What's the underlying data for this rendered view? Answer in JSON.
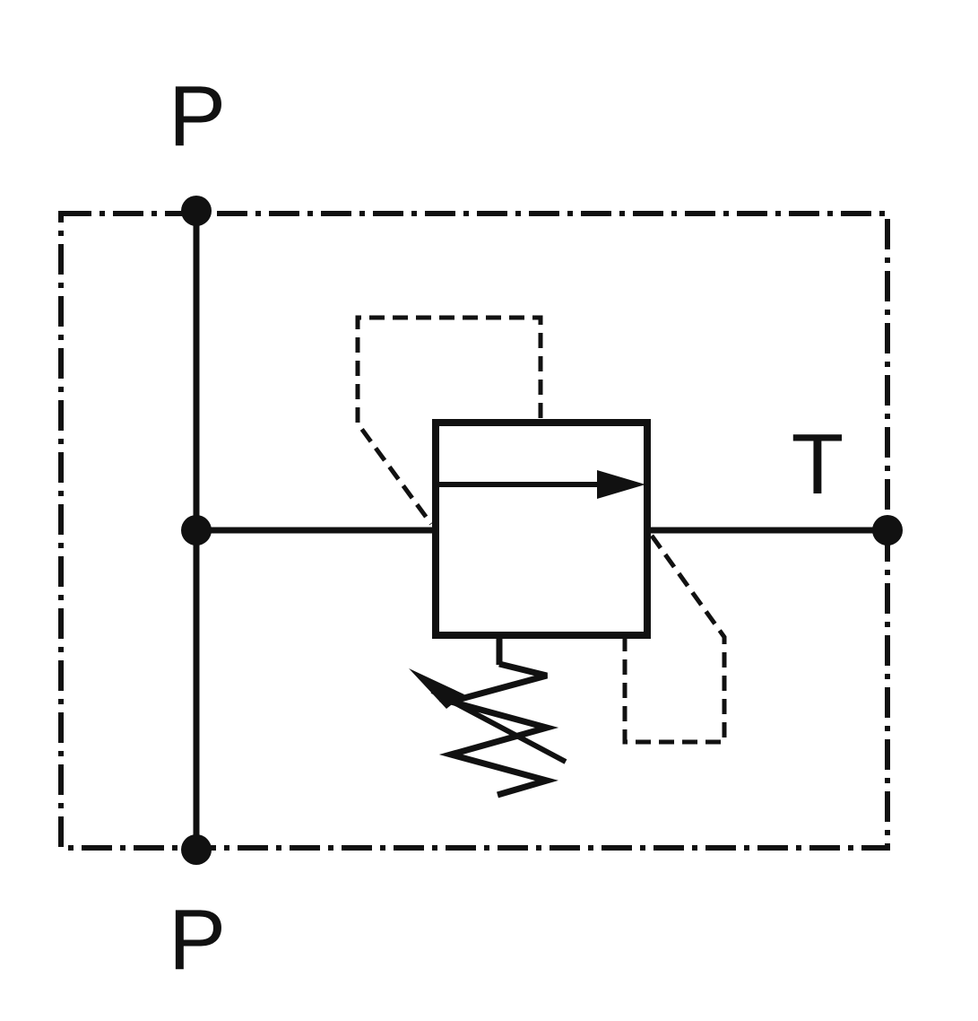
{
  "diagram": {
    "type": "hydraulic-schematic",
    "symbol": "pressure-relief-valve",
    "labels": {
      "port_top": "P",
      "port_bottom": "P",
      "port_right": "T"
    },
    "colors": {
      "stroke": "#111111",
      "background": "#ffffff"
    }
  }
}
